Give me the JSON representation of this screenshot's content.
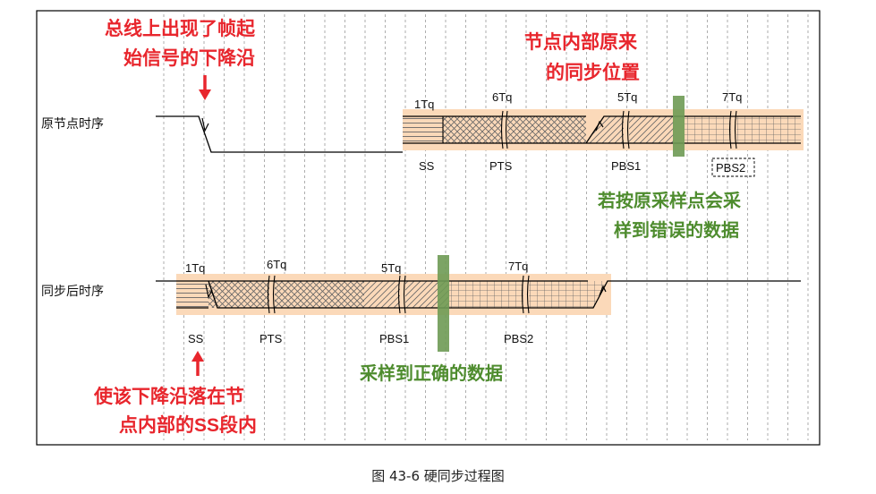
{
  "rows": {
    "original": "原节点时序",
    "synced": "同步后时序"
  },
  "annotations": {
    "bus_edge": [
      "总线上出现了帧起",
      "始信号的下降沿"
    ],
    "original_position": [
      "节点内部原来",
      "的同步位置"
    ],
    "wrong_sample": [
      "若按原采样点会采",
      "样到错误的数据"
    ],
    "correct_sample": "采样到正确的数据",
    "move_edge_line1": "使该下降沿落在节",
    "move_edge_line2_a": "点内部的",
    "move_edge_line2_b": "SS",
    "move_edge_line2_c": "段内"
  },
  "segments": {
    "original": [
      {
        "name": "SS",
        "tq": "1Tq",
        "pattern": "horizontal"
      },
      {
        "name": "PTS",
        "tq": "6Tq",
        "pattern": "crosshatch"
      },
      {
        "name": "PBS1",
        "tq": "5Tq",
        "pattern": "diagonal"
      },
      {
        "name": "PBS2",
        "tq": "7Tq",
        "pattern": "grid"
      }
    ],
    "synced": [
      {
        "name": "SS",
        "tq": "1Tq",
        "pattern": "horizontal"
      },
      {
        "name": "PTS",
        "tq": "6Tq",
        "pattern": "crosshatch"
      },
      {
        "name": "PBS1",
        "tq": "5Tq",
        "pattern": "diagonal"
      },
      {
        "name": "PBS2",
        "tq": "7Tq",
        "pattern": "grid"
      }
    ]
  },
  "caption": "图 43-6 硬同步过程图",
  "colors": {
    "annotation_red": "#e8262d",
    "annotation_green": "#4e8c2e",
    "segment_fill": "#fbd9b9",
    "sample_bar": "#6e9a54"
  }
}
